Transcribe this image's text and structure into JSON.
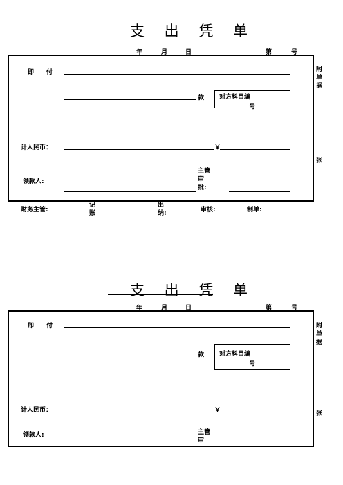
{
  "voucher_top": {
    "title": "支 出 凭 单",
    "date": {
      "year": "年",
      "month": "月",
      "day": "日",
      "no_prefix": "第",
      "no_suffix": "号"
    },
    "pay_to_label": "即　　付",
    "kuan_label": "款",
    "account_code_label": "对方科目编",
    "account_code_label_2": "号",
    "rmb_label": "计人民币：",
    "yen_symbol": "￥",
    "recipient_label": "领款人:",
    "supervisor_approve_label": "主管\n审\n批:",
    "attach_label": "附\n单\n据",
    "attach_unit": "张",
    "footer": {
      "finance_supervisor": "财务主管:",
      "bookkeeper": "记\n账",
      "cashier": "出\n纳:",
      "reviewer": "审核:",
      "preparer": "制单:"
    }
  },
  "voucher_bottom": {
    "title": "支 出 凭 单",
    "date": {
      "year": "年",
      "month": "月",
      "day": "日",
      "no_prefix": "第",
      "no_suffix": "号"
    },
    "pay_to_label": "即　　付",
    "kuan_label": "款",
    "account_code_label": "对方科目编",
    "account_code_label_2": "号",
    "rmb_label": "计人民币：",
    "yen_symbol": "￥",
    "recipient_label": "领款人:",
    "supervisor_approve_label": "主管\n审",
    "attach_label": "附\n单\n据",
    "attach_unit": "张"
  }
}
